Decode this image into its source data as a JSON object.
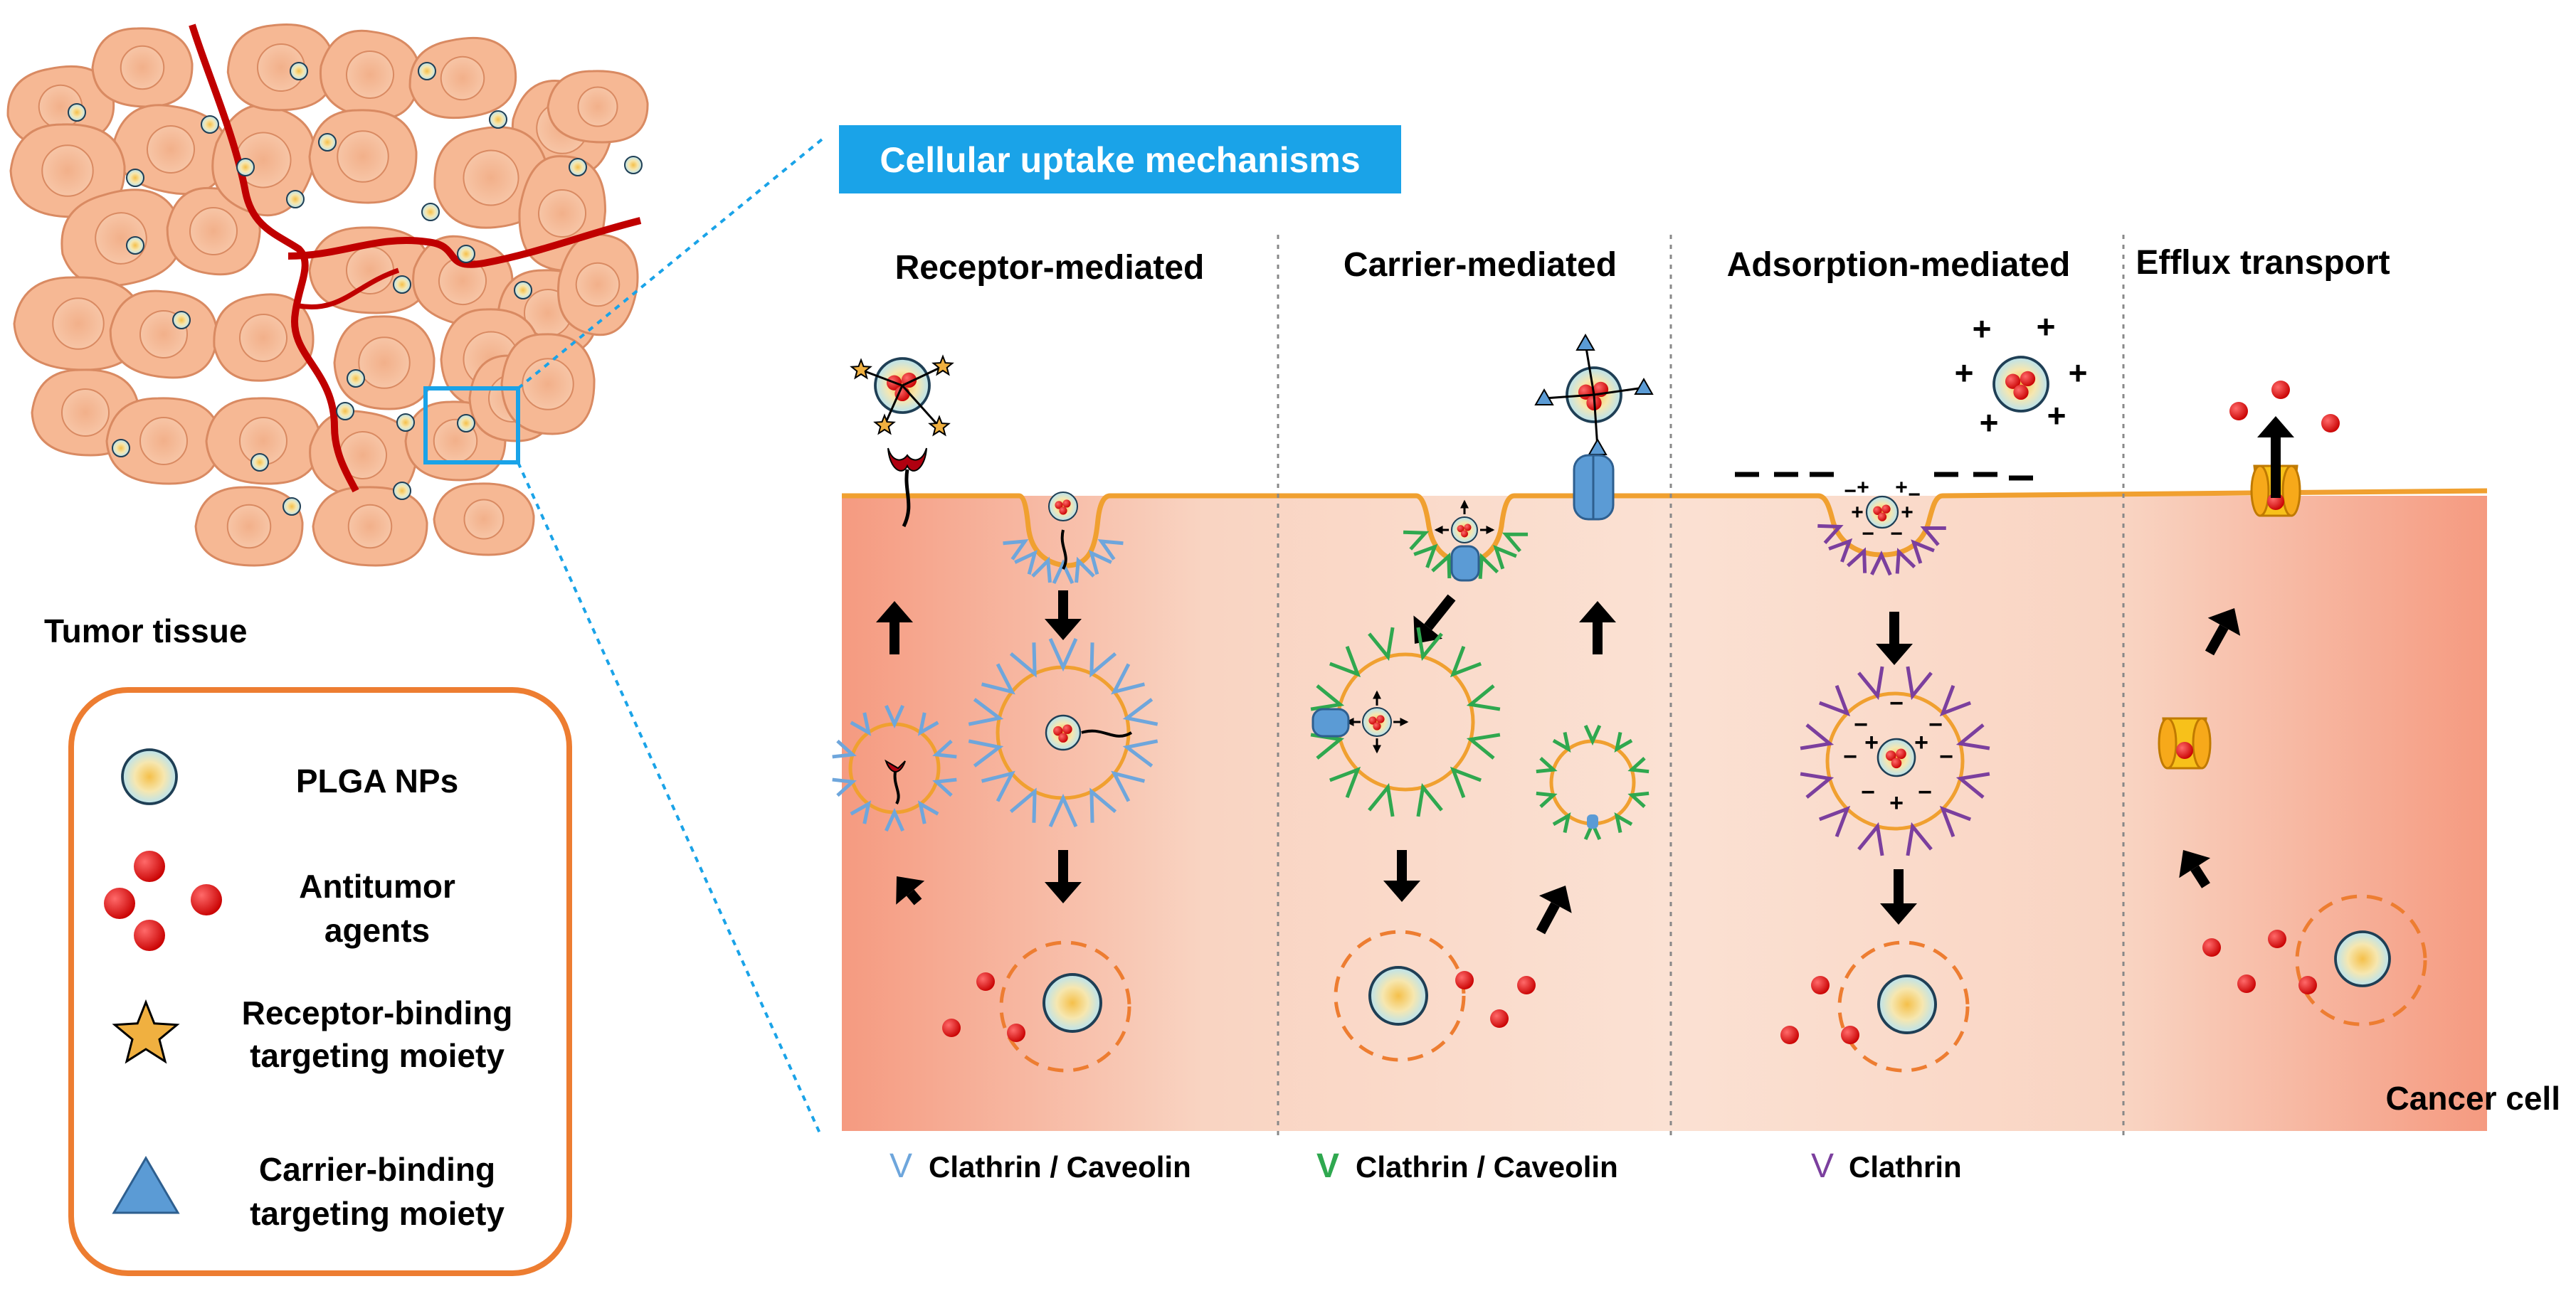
{
  "tissue": {
    "label": "Tumor tissue"
  },
  "panel": {
    "title": "Cellular uptake mechanisms",
    "cell_label": "Cancer cell",
    "mechanisms": [
      {
        "title": "Receptor-mediated",
        "coat": "Clathrin / Caveolin",
        "coat_color": "#6ea6dc"
      },
      {
        "title": "Carrier-mediated",
        "coat": "Clathrin / Caveolin",
        "coat_color": "#2fa84f"
      },
      {
        "title": "Adsorption-mediated",
        "coat": "Clathrin",
        "coat_color": "#7b3f9e"
      },
      {
        "title": "Efflux transport",
        "coat": "",
        "coat_color": ""
      }
    ],
    "coat_glyph": "V"
  },
  "legend": {
    "items": [
      {
        "icon": "plga-nanoparticle-icon",
        "label": "PLGA NPs"
      },
      {
        "icon": "antitumor-agents-icon",
        "label_lines": [
          "Antitumor",
          "agents"
        ]
      },
      {
        "icon": "star-icon",
        "label_lines": [
          "Receptor-binding",
          "targeting moiety"
        ]
      },
      {
        "icon": "triangle-icon",
        "label_lines": [
          "Carrier-binding",
          "targeting moiety"
        ]
      }
    ]
  },
  "colors": {
    "membrane": "#f0a030",
    "cell_fill": "#f6b894",
    "cell_stroke": "#d98a62",
    "vessel": "#c00000",
    "title_box": "#1aa3e8",
    "drug": "#e01010",
    "star": "#f0b040",
    "carrier": "#5b9bd5"
  }
}
